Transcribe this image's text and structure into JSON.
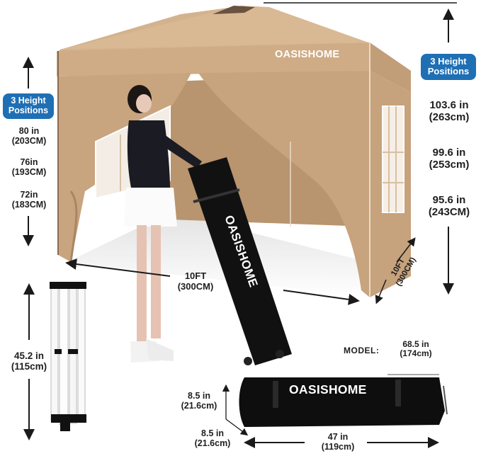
{
  "brand": "OASISHOME",
  "colors": {
    "canopy": "#c9a27c",
    "canopy_light": "#d6b692",
    "canopy_dark": "#a88360",
    "badge": "#1f6fb5",
    "bag": "#111111",
    "frame": "#f4f4f4",
    "arrow": "#1a1a1a"
  },
  "left_heights": {
    "badge": "3 Height Positions",
    "badge_line1": "3 Height",
    "badge_line2": "Positions",
    "items": [
      {
        "in": "80 in",
        "cm": "(203CM)"
      },
      {
        "in": "76in",
        "cm": "(193CM)"
      },
      {
        "in": "72in",
        "cm": "(183CM)"
      }
    ]
  },
  "right_heights": {
    "badge_line1": "3 Height",
    "badge_line2": "Positions",
    "items": [
      {
        "in": "103.6 in",
        "cm": "(263cm)"
      },
      {
        "in": "99.6 in",
        "cm": "(253cm)"
      },
      {
        "in": "95.6 in",
        "cm": "(243CM)"
      }
    ]
  },
  "width_dimension": {
    "ft": "10FT",
    "cm": "(300CM)"
  },
  "depth_dimension": {
    "ft": "10FT",
    "cm": "(300CM)"
  },
  "folded_frame": {
    "in": "45.2 in",
    "cm": "(115cm)"
  },
  "model": {
    "label": "MODEL:",
    "in": "68.5 in",
    "cm": "(174cm)"
  },
  "carry_bag": {
    "height": {
      "in": "8.5 in",
      "cm": "(21.6cm)"
    },
    "depth": {
      "in": "8.5 in",
      "cm": "(21.6cm)"
    },
    "length": {
      "in": "47 in",
      "cm": "(119cm)"
    }
  }
}
